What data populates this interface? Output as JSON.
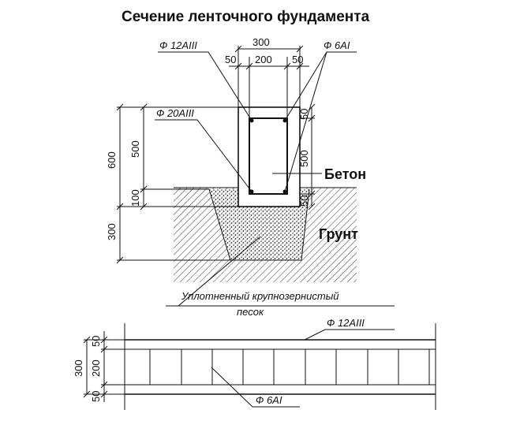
{
  "title": "Сечение  ленточного фундамента",
  "labels": {
    "rebar_top": "Ф 12AIII",
    "rebar_stirrup": "Ф 6AI",
    "rebar_bottom": "Ф 20AIII",
    "concrete": "Бетон",
    "soil": "Грунт",
    "sand_line1": "Уплотненный крупнозернистый",
    "sand_line2": "песок"
  },
  "dims_section": {
    "width_total": "300",
    "width_inner": "200",
    "cover_left": "50",
    "cover_right": "50",
    "height_total": "600",
    "height_above": "500",
    "height_below": "100",
    "sand_depth": "300",
    "right_top_cover": "50",
    "right_height": "500",
    "right_bottom_cover": "50"
  },
  "dims_plan": {
    "total": "300",
    "top": "50",
    "middle": "200",
    "bottom": "50"
  },
  "plan_labels": {
    "rebar_top": "Ф 12AIII",
    "rebar_stirrup": "Ф 6AI"
  }
}
